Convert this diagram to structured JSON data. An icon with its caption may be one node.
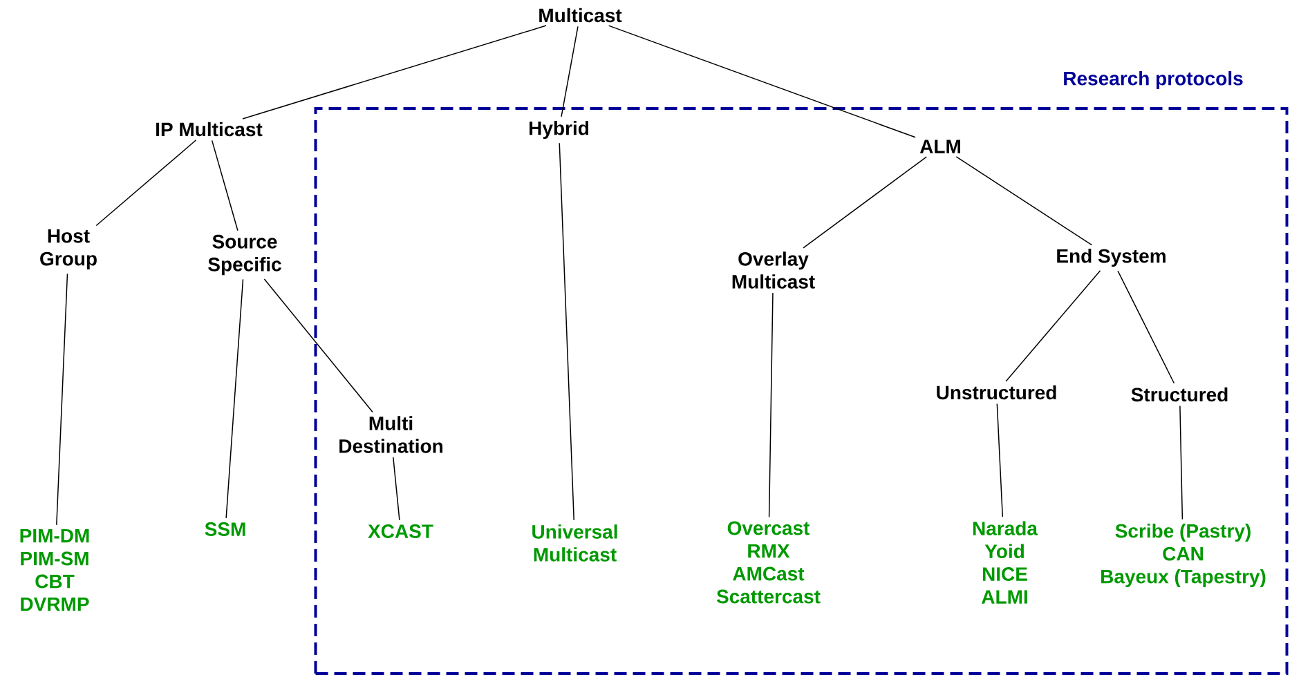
{
  "diagram": {
    "nodes": [
      {
        "text": [
          "Multicast"
        ]
      },
      {
        "text": [
          "IP Multicast"
        ]
      },
      {
        "text": [
          "Research protocols"
        ]
      },
      {
        "text": [
          "Hybrid"
        ],
        "in": 2
      },
      {
        "text": [
          "ALM"
        ],
        "in": 2
      },
      {
        "text": [
          "Host Group"
        ]
      },
      {
        "text": [
          "Source Specific"
        ]
      },
      {
        "text": [
          "Overlay Multicast"
        ],
        "in": 2
      },
      {
        "text": [
          "End System"
        ],
        "in": 2
      },
      {
        "text": [
          "Unstructured"
        ],
        "in": 2
      },
      {
        "text": [
          "Structured"
        ],
        "in": 2
      },
      {
        "text": [
          "Multi Destination"
        ],
        "in": 2
      },
      {
        "text": [
          "PIM-DM",
          "PIM-SM",
          "CBT",
          "DVRMP"
        ]
      },
      {
        "text": [
          "SSM"
        ]
      },
      {
        "text": [
          "XCAST"
        ],
        "in": 2
      },
      {
        "text": [
          "Universal Multicast"
        ],
        "in": 2
      },
      {
        "text": [
          "Overcast",
          "RMX",
          "AMCast",
          "Scattercast"
        ],
        "in": 2
      },
      {
        "text": [
          "Narada",
          "Yoid",
          "NICE",
          "ALMI"
        ],
        "in": 2
      },
      {
        "text": [
          "Scribe (Pastry)",
          "CAN",
          "Bayeux (Tapestry)"
        ],
        "in": 2
      }
    ],
    "edges": [
      {
        "from": 0,
        "to": 1,
        "arrow": "none"
      },
      {
        "from": 0,
        "to": 3,
        "arrow": "none"
      },
      {
        "from": 0,
        "to": 4,
        "arrow": "none"
      },
      {
        "from": 1,
        "to": 5,
        "arrow": "none"
      },
      {
        "from": 1,
        "to": 6,
        "arrow": "none"
      },
      {
        "from": 6,
        "to": 13,
        "arrow": "none"
      },
      {
        "from": 6,
        "to": 11,
        "arrow": "none"
      },
      {
        "from": 4,
        "to": 7,
        "arrow": "none"
      },
      {
        "from": 4,
        "to": 8,
        "arrow": "none"
      },
      {
        "from": 8,
        "to": 9,
        "arrow": "none"
      },
      {
        "from": 8,
        "to": 10,
        "arrow": "none"
      },
      {
        "from": 5,
        "to": 12,
        "arrow": "none"
      },
      {
        "from": 11,
        "to": 14,
        "arrow": "none"
      },
      {
        "from": 3,
        "to": 15,
        "arrow": "none"
      },
      {
        "from": 7,
        "to": 16,
        "arrow": "none"
      },
      {
        "from": 9,
        "to": 17,
        "arrow": "none"
      },
      {
        "from": 10,
        "to": 18,
        "arrow": "none"
      }
    ]
  }
}
